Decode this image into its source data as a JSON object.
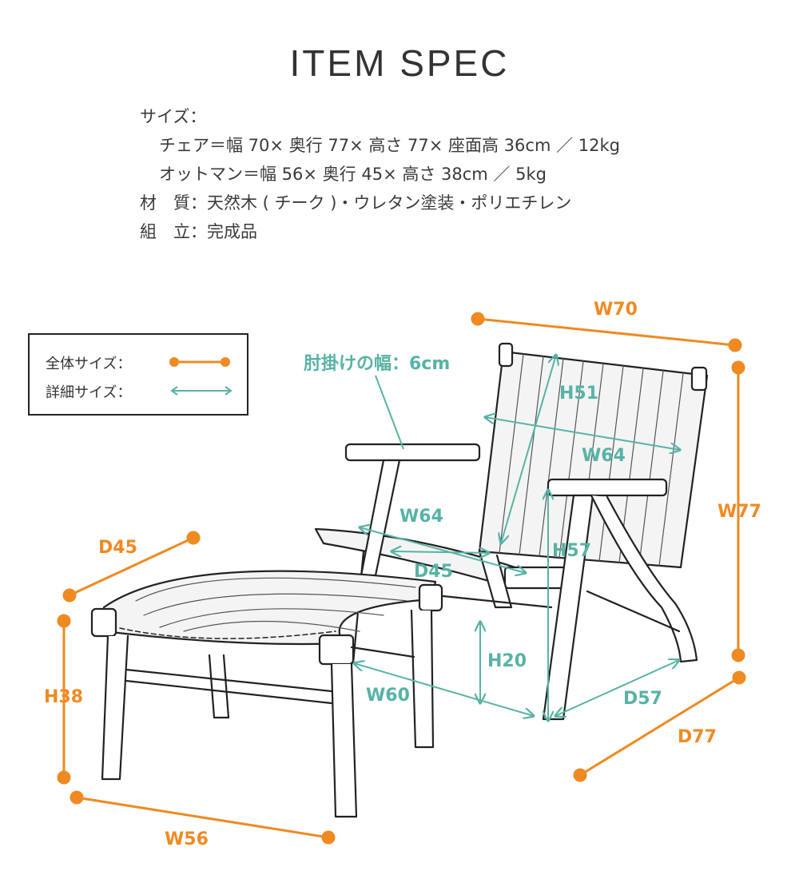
{
  "title": "ITEM SPEC",
  "spec": {
    "size_label": "サイズ：",
    "chair_line": "チェア＝幅 70× 奥行 77× 高さ 77× 座面高 36cm ／ 12kg",
    "ottoman_line": "オットマン＝幅 56× 奥行 45× 高さ 38cm ／ 5kg",
    "material_label": "材　質：",
    "material_value": "天然木 ( チーク )・ウレタン塗装・ポリエチレン",
    "assembly_label": "組　立：",
    "assembly_value": "完成品"
  },
  "legend": {
    "overall_label": "全体サイズ：",
    "detail_label": "詳細サイズ："
  },
  "colors": {
    "overall": "#ef8a22",
    "detail": "#57b3a5",
    "line": "#222222"
  },
  "dimensions": {
    "armrest_width": "肘掛けの幅：6cm",
    "chair_width": "W70",
    "chair_height": "W77",
    "chair_depth": "D77",
    "back_height": "H51",
    "back_width": "W64",
    "seat_width": "W64",
    "seat_depth": "D45",
    "seat_height_total": "H57",
    "leg_clearance": "H20",
    "base_width": "W60",
    "base_depth": "D57",
    "ottoman_depth": "D45",
    "ottoman_height": "H38",
    "ottoman_width": "W56"
  }
}
